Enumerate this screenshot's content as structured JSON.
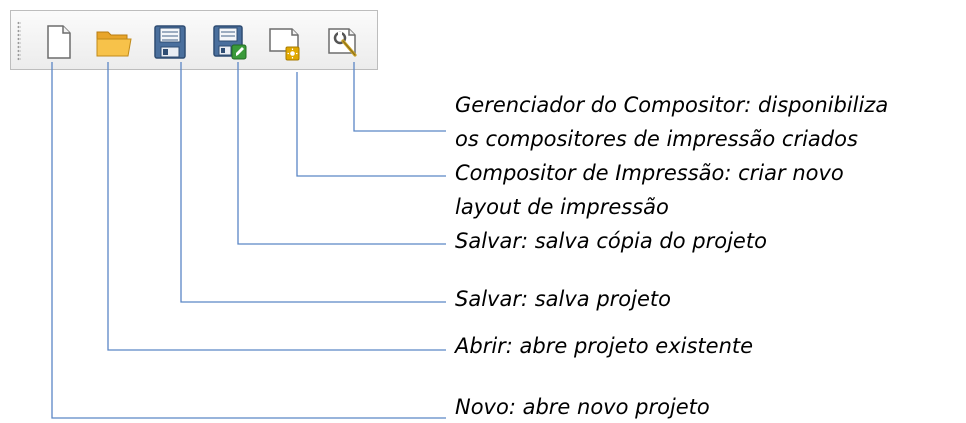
{
  "toolbar": {
    "buttons": [
      {
        "icon": "new-file-icon"
      },
      {
        "icon": "open-folder-icon"
      },
      {
        "icon": "save-icon"
      },
      {
        "icon": "save-as-icon"
      },
      {
        "icon": "new-print-layout-icon"
      },
      {
        "icon": "layout-manager-icon"
      }
    ]
  },
  "callouts": {
    "layout_manager": [
      "Gerenciador do Compositor: disponibiliza",
      "os compositores de impressão criados"
    ],
    "print_composer": [
      "Compositor de Impressão: criar novo",
      "layout de impressão"
    ],
    "save_copy": "Salvar: salva cópia do projeto",
    "save": "Salvar: salva projeto",
    "open": "Abrir: abre projeto existente",
    "new": "Novo: abre novo projeto"
  },
  "colors": {
    "leader_line": "#5b86c5",
    "folder": "#f4b73a",
    "floppy": "#4a6f9d",
    "badge_green": "#3a9a3a",
    "badge_yellow": "#e0a800"
  }
}
